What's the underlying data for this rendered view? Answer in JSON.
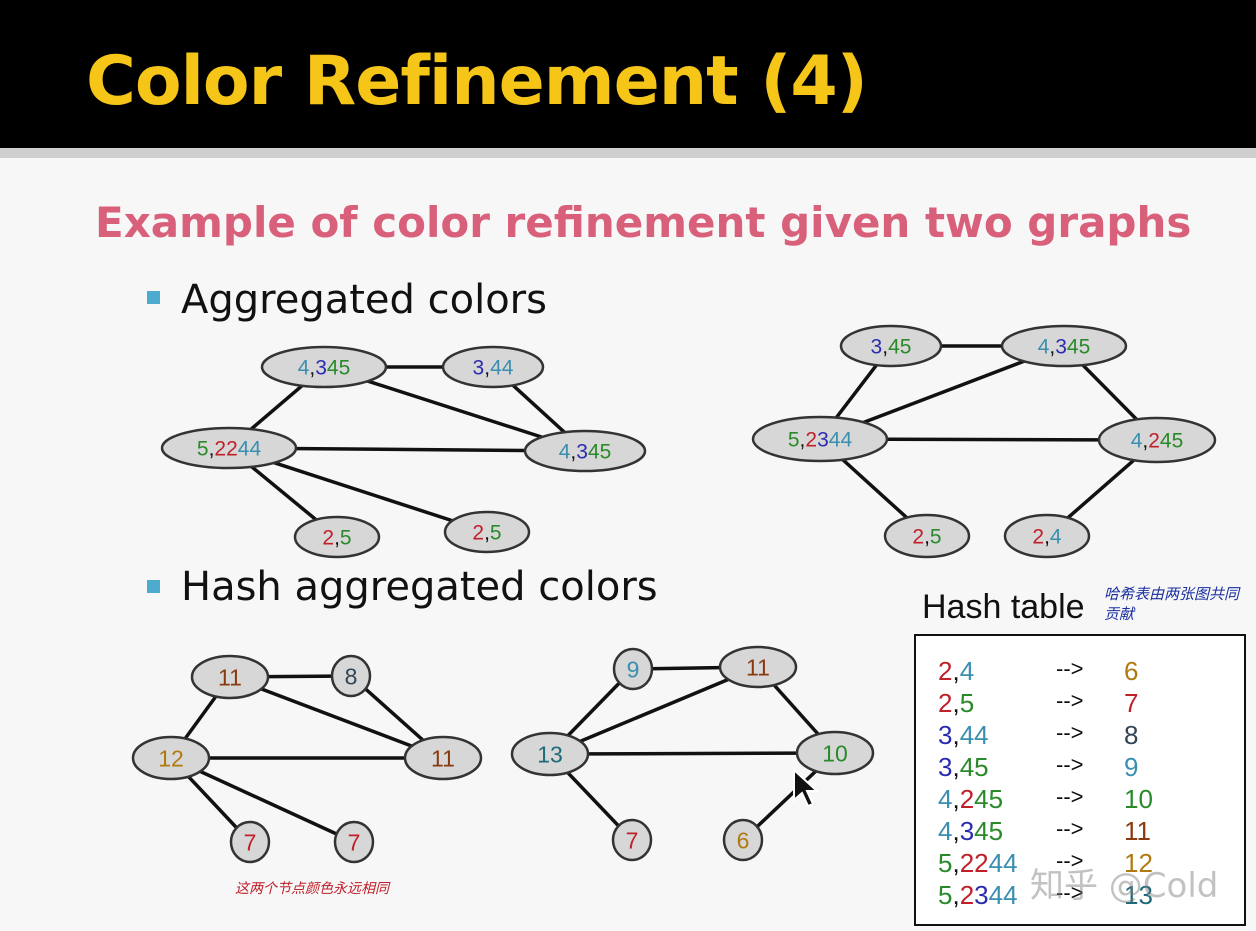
{
  "slide": {
    "title": "Color Refinement (4)",
    "subtitle": "Example of color refinement given two graphs",
    "bullets": [
      "Aggregated colors",
      "Hash aggregated colors"
    ]
  },
  "colors": {
    "title": "#f5c518",
    "subtitle": "#d9607a",
    "bullet": "#4cabcf",
    "c2": "#c0202a",
    "c3": "#2b2bb0",
    "c4": "#3a8fb0",
    "c5": "#2a8a2a",
    "brown": "#8a3a10",
    "orange": "#b07a10",
    "slate": "#334455",
    "teal": "#1f6a7a"
  },
  "graphs": {
    "agg_left": {
      "nodes": [
        {
          "id": "a1",
          "parts": [
            [
              "4",
              "c4"
            ],
            [
              ",",
              "k"
            ],
            [
              "3",
              "c3"
            ],
            [
              "45",
              "c5"
            ]
          ]
        },
        {
          "id": "a2",
          "parts": [
            [
              "3",
              "c3"
            ],
            [
              ",",
              "k"
            ],
            [
              "44",
              "c4"
            ]
          ]
        },
        {
          "id": "a3",
          "parts": [
            [
              "5",
              "c5"
            ],
            [
              ",",
              "k"
            ],
            [
              "22",
              "c2"
            ],
            [
              "44",
              "c4"
            ]
          ]
        },
        {
          "id": "a4",
          "parts": [
            [
              "4",
              "c4"
            ],
            [
              ",",
              "k"
            ],
            [
              "3",
              "c3"
            ],
            [
              "45",
              "c5"
            ]
          ]
        },
        {
          "id": "a5",
          "parts": [
            [
              "2",
              "c2"
            ],
            [
              ",",
              "k"
            ],
            [
              "5",
              "c5"
            ]
          ]
        },
        {
          "id": "a6",
          "parts": [
            [
              "2",
              "c2"
            ],
            [
              ",",
              "k"
            ],
            [
              "5",
              "c5"
            ]
          ]
        }
      ]
    },
    "agg_right": {
      "nodes": [
        {
          "id": "b1",
          "parts": [
            [
              "3",
              "c3"
            ],
            [
              ",",
              "k"
            ],
            [
              "45",
              "c5"
            ]
          ]
        },
        {
          "id": "b2",
          "parts": [
            [
              "4",
              "c4"
            ],
            [
              ",",
              "k"
            ],
            [
              "3",
              "c3"
            ],
            [
              "45",
              "c5"
            ]
          ]
        },
        {
          "id": "b3",
          "parts": [
            [
              "5",
              "c5"
            ],
            [
              ",",
              "k"
            ],
            [
              "2",
              "c2"
            ],
            [
              "3",
              "c3"
            ],
            [
              "44",
              "c4"
            ]
          ]
        },
        {
          "id": "b4",
          "parts": [
            [
              "4",
              "c4"
            ],
            [
              ",",
              "k"
            ],
            [
              "2",
              "c2"
            ],
            [
              "45",
              "c5"
            ]
          ]
        },
        {
          "id": "b5",
          "parts": [
            [
              "2",
              "c2"
            ],
            [
              ",",
              "k"
            ],
            [
              "5",
              "c5"
            ]
          ]
        },
        {
          "id": "b6",
          "parts": [
            [
              "2",
              "c2"
            ],
            [
              ",",
              "k"
            ],
            [
              "4",
              "c4"
            ]
          ]
        }
      ]
    },
    "hash_left": {
      "nodes": [
        {
          "id": "h1",
          "label": "11",
          "color": "brown"
        },
        {
          "id": "h2",
          "label": "8",
          "color": "slate"
        },
        {
          "id": "h3",
          "label": "12",
          "color": "orange"
        },
        {
          "id": "h4",
          "label": "11",
          "color": "brown"
        },
        {
          "id": "h5",
          "label": "7",
          "color": "c2"
        },
        {
          "id": "h6",
          "label": "7",
          "color": "c2"
        }
      ]
    },
    "hash_right": {
      "nodes": [
        {
          "id": "r1",
          "label": "9",
          "color": "c4"
        },
        {
          "id": "r2",
          "label": "11",
          "color": "brown"
        },
        {
          "id": "r3",
          "label": "13",
          "color": "teal"
        },
        {
          "id": "r4",
          "label": "10",
          "color": "c5"
        },
        {
          "id": "r5",
          "label": "7",
          "color": "c2"
        },
        {
          "id": "r6",
          "label": "6",
          "color": "orange"
        }
      ]
    }
  },
  "hash_table": {
    "title": "Hash table",
    "note": "哈希表由两张图共同贡献",
    "arrow": "-->",
    "rows": [
      {
        "key": [
          [
            "2",
            "c2"
          ],
          [
            ",",
            "k"
          ],
          [
            "4",
            "c4"
          ]
        ],
        "value": "6",
        "vcolor": "orange"
      },
      {
        "key": [
          [
            "2",
            "c2"
          ],
          [
            ",",
            "k"
          ],
          [
            "5",
            "c5"
          ]
        ],
        "value": "7",
        "vcolor": "c2"
      },
      {
        "key": [
          [
            "3",
            "c3"
          ],
          [
            ",",
            "k"
          ],
          [
            "44",
            "c4"
          ]
        ],
        "value": "8",
        "vcolor": "slate"
      },
      {
        "key": [
          [
            "3",
            "c3"
          ],
          [
            ",",
            "k"
          ],
          [
            "45",
            "c5"
          ]
        ],
        "value": "9",
        "vcolor": "c4"
      },
      {
        "key": [
          [
            "4",
            "c4"
          ],
          [
            ",",
            "k"
          ],
          [
            "2",
            "c2"
          ],
          [
            "45",
            "c5"
          ]
        ],
        "value": "10",
        "vcolor": "c5"
      },
      {
        "key": [
          [
            "4",
            "c4"
          ],
          [
            ",",
            "k"
          ],
          [
            "3",
            "c3"
          ],
          [
            "45",
            "c5"
          ]
        ],
        "value": "11",
        "vcolor": "brown"
      },
      {
        "key": [
          [
            "5",
            "c5"
          ],
          [
            ",",
            "k"
          ],
          [
            "22",
            "c2"
          ],
          [
            "44",
            "c4"
          ]
        ],
        "value": "12",
        "vcolor": "orange"
      },
      {
        "key": [
          [
            "5",
            "c5"
          ],
          [
            ",",
            "k"
          ],
          [
            "2",
            "c2"
          ],
          [
            "3",
            "c3"
          ],
          [
            "44",
            "c4"
          ]
        ],
        "value": "13",
        "vcolor": "teal"
      }
    ]
  },
  "annotations": {
    "red_note": "这两个节点颜色永远相同"
  },
  "watermark": "知乎 @Cold"
}
